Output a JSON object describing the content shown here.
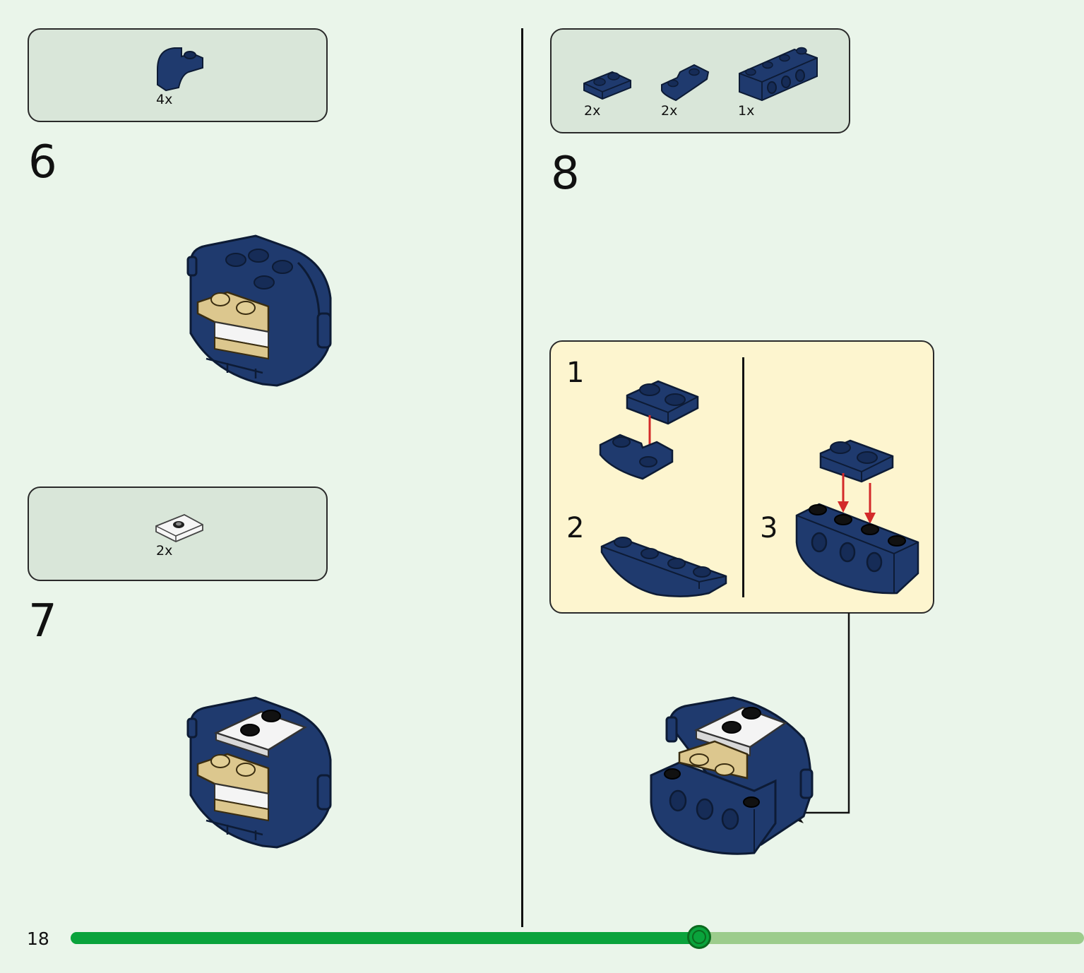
{
  "page": {
    "number": "18",
    "progress_fraction": 0.62
  },
  "colors": {
    "background": "#eaf5ea",
    "parts_box": "#d9e6d9",
    "callout": "#fdf5cf",
    "brick_blue": "#1f3a6e",
    "brick_tan": "#dcc78e",
    "brick_white": "#f4f4f4",
    "arrow_red": "#d32a2a",
    "progress_done": "#0aa33c",
    "progress_todo": "#9ccc8c"
  },
  "steps": [
    {
      "number": "6",
      "parts": [
        {
          "icon": "curved-slope-brick-icon",
          "qty": "4x"
        }
      ]
    },
    {
      "number": "7",
      "parts": [
        {
          "icon": "jumper-plate-white-icon",
          "qty": "2x"
        }
      ]
    },
    {
      "number": "8",
      "parts": [
        {
          "icon": "plate-1x2-blue-icon",
          "qty": "2x"
        },
        {
          "icon": "inverted-slope-blue-icon",
          "qty": "2x"
        },
        {
          "icon": "technic-brick-1x4-icon",
          "qty": "1x"
        }
      ],
      "substeps": [
        "1",
        "2",
        "3"
      ]
    }
  ]
}
